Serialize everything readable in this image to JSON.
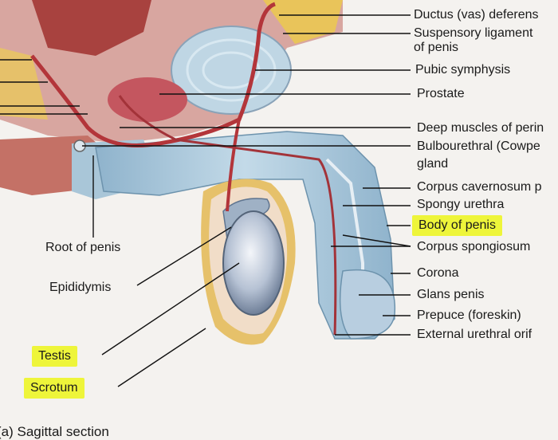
{
  "labels": {
    "ductus": "Ductus (vas) deferens",
    "suspensory_1": "Suspensory ligament",
    "suspensory_2": "of penis",
    "pubic": "Pubic symphysis",
    "prostate": "Prostate",
    "deep_muscles": "Deep muscles of perin",
    "bulbourethral_1": "Bulbourethral (Cowpe",
    "bulbourethral_2": "gland",
    "corpus_cavernosum": "Corpus cavernosum p",
    "spongy_urethra": "Spongy urethra",
    "body_of_penis": "Body of penis",
    "corpus_spongiosum": "Corpus spongiosum",
    "corona": "Corona",
    "glans": "Glans penis",
    "prepuce": "Prepuce (foreskin)",
    "external_urethral": "External urethral orif",
    "root": "Root of penis",
    "epididymis": "Epididymis",
    "testis": "Testis",
    "scrotum": "Scrotum",
    "caption": "(a) Sagittal section"
  },
  "colors": {
    "highlight": "#eef53a",
    "tissue_pink": "#c85a64",
    "tissue_blue": "#a9c6d8",
    "fat_yellow": "#e9c45a"
  }
}
